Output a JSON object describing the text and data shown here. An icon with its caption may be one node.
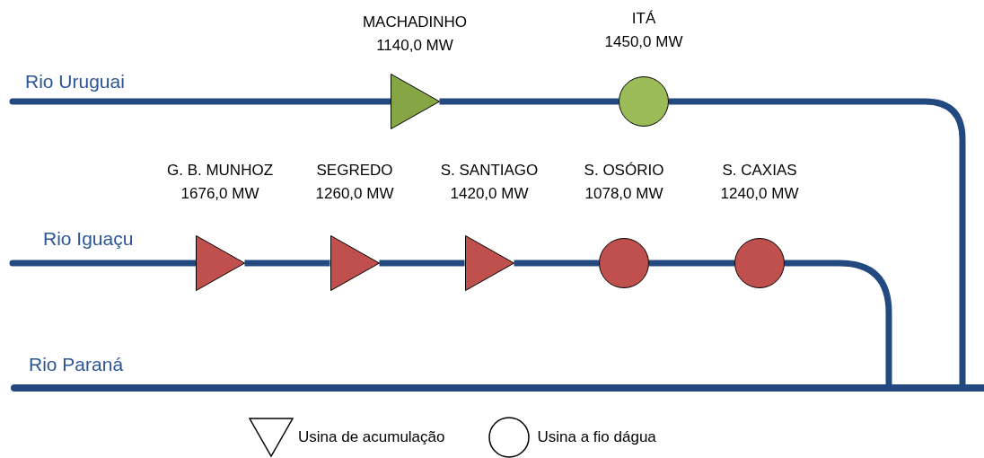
{
  "diagram": {
    "nodes": [
      {
        "text": [],
        "shape": "triangle",
        "beside": [
          "MACHADINHO",
          "1140,0 MW"
        ]
      },
      {
        "text": [],
        "shape": "circle",
        "beside": [
          "ITÁ",
          "1450,0 MW"
        ]
      },
      {
        "text": [],
        "shape": "triangle",
        "beside": [
          "G. B. MUNHOZ",
          "1676,0 MW"
        ]
      },
      {
        "text": [],
        "shape": "triangle",
        "beside": [
          "SEGREDO",
          "1260,0 MW"
        ]
      },
      {
        "text": [],
        "shape": "triangle",
        "beside": [
          "S. SANTIAGO",
          "1420,0 MW"
        ]
      },
      {
        "text": [],
        "shape": "circle",
        "beside": [
          "S. OSÓRIO",
          "1078,0 MW"
        ]
      },
      {
        "text": [],
        "shape": "circle",
        "beside": [
          "S. CAXIAS",
          "1240,0 MW"
        ]
      },
      {
        "text": [],
        "shape": "bar",
        "beside": [
          "Rio Paraná"
        ]
      }
    ],
    "edges": [
      {
        "from": null,
        "to": 0,
        "arrow": "none"
      },
      {
        "from": 0,
        "to": 1,
        "arrow": "none"
      },
      {
        "from": 1,
        "to": 7,
        "arrow": "none"
      },
      {
        "from": null,
        "to": 2,
        "arrow": "none"
      },
      {
        "from": 2,
        "to": 3,
        "arrow": "none"
      },
      {
        "from": 3,
        "to": 4,
        "arrow": "none"
      },
      {
        "from": 4,
        "to": 5,
        "arrow": "none"
      },
      {
        "from": 5,
        "to": 6,
        "arrow": "none"
      },
      {
        "from": 6,
        "to": 7,
        "arrow": "none"
      }
    ],
    "labels": [
      "Rio Uruguai",
      "Rio Iguaçu"
    ],
    "legend": [
      {
        "text": "Usina de acumulação"
      },
      {
        "text": "Usina a fio dágua"
      }
    ]
  }
}
